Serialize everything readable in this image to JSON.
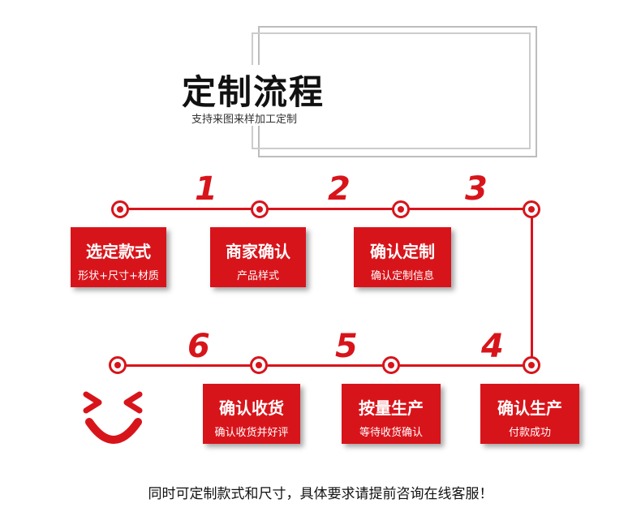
{
  "header": {
    "title": "定制流程",
    "subtitle": "支持来图来样加工定制"
  },
  "steps": [
    {
      "number": "1",
      "title": "选定款式",
      "desc": "形状+尺寸+材质"
    },
    {
      "number": "2",
      "title": "商家确认",
      "desc": "产品样式"
    },
    {
      "number": "3",
      "title": "确认定制",
      "desc": "确认定制信息"
    },
    {
      "number": "4",
      "title": "确认生产",
      "desc": "付款成功"
    },
    {
      "number": "5",
      "title": "按量生产",
      "desc": "等待收货确认"
    },
    {
      "number": "6",
      "title": "确认收货",
      "desc": "确认收货并好评"
    }
  ],
  "footer": {
    "note": "同时可定制款式和尺寸，具体要求请提前咨询在线客服！"
  },
  "colors": {
    "accent": "#d8141b",
    "frame": "#cccccc"
  },
  "icons": {
    "smiley": "smiley-face-icon"
  }
}
